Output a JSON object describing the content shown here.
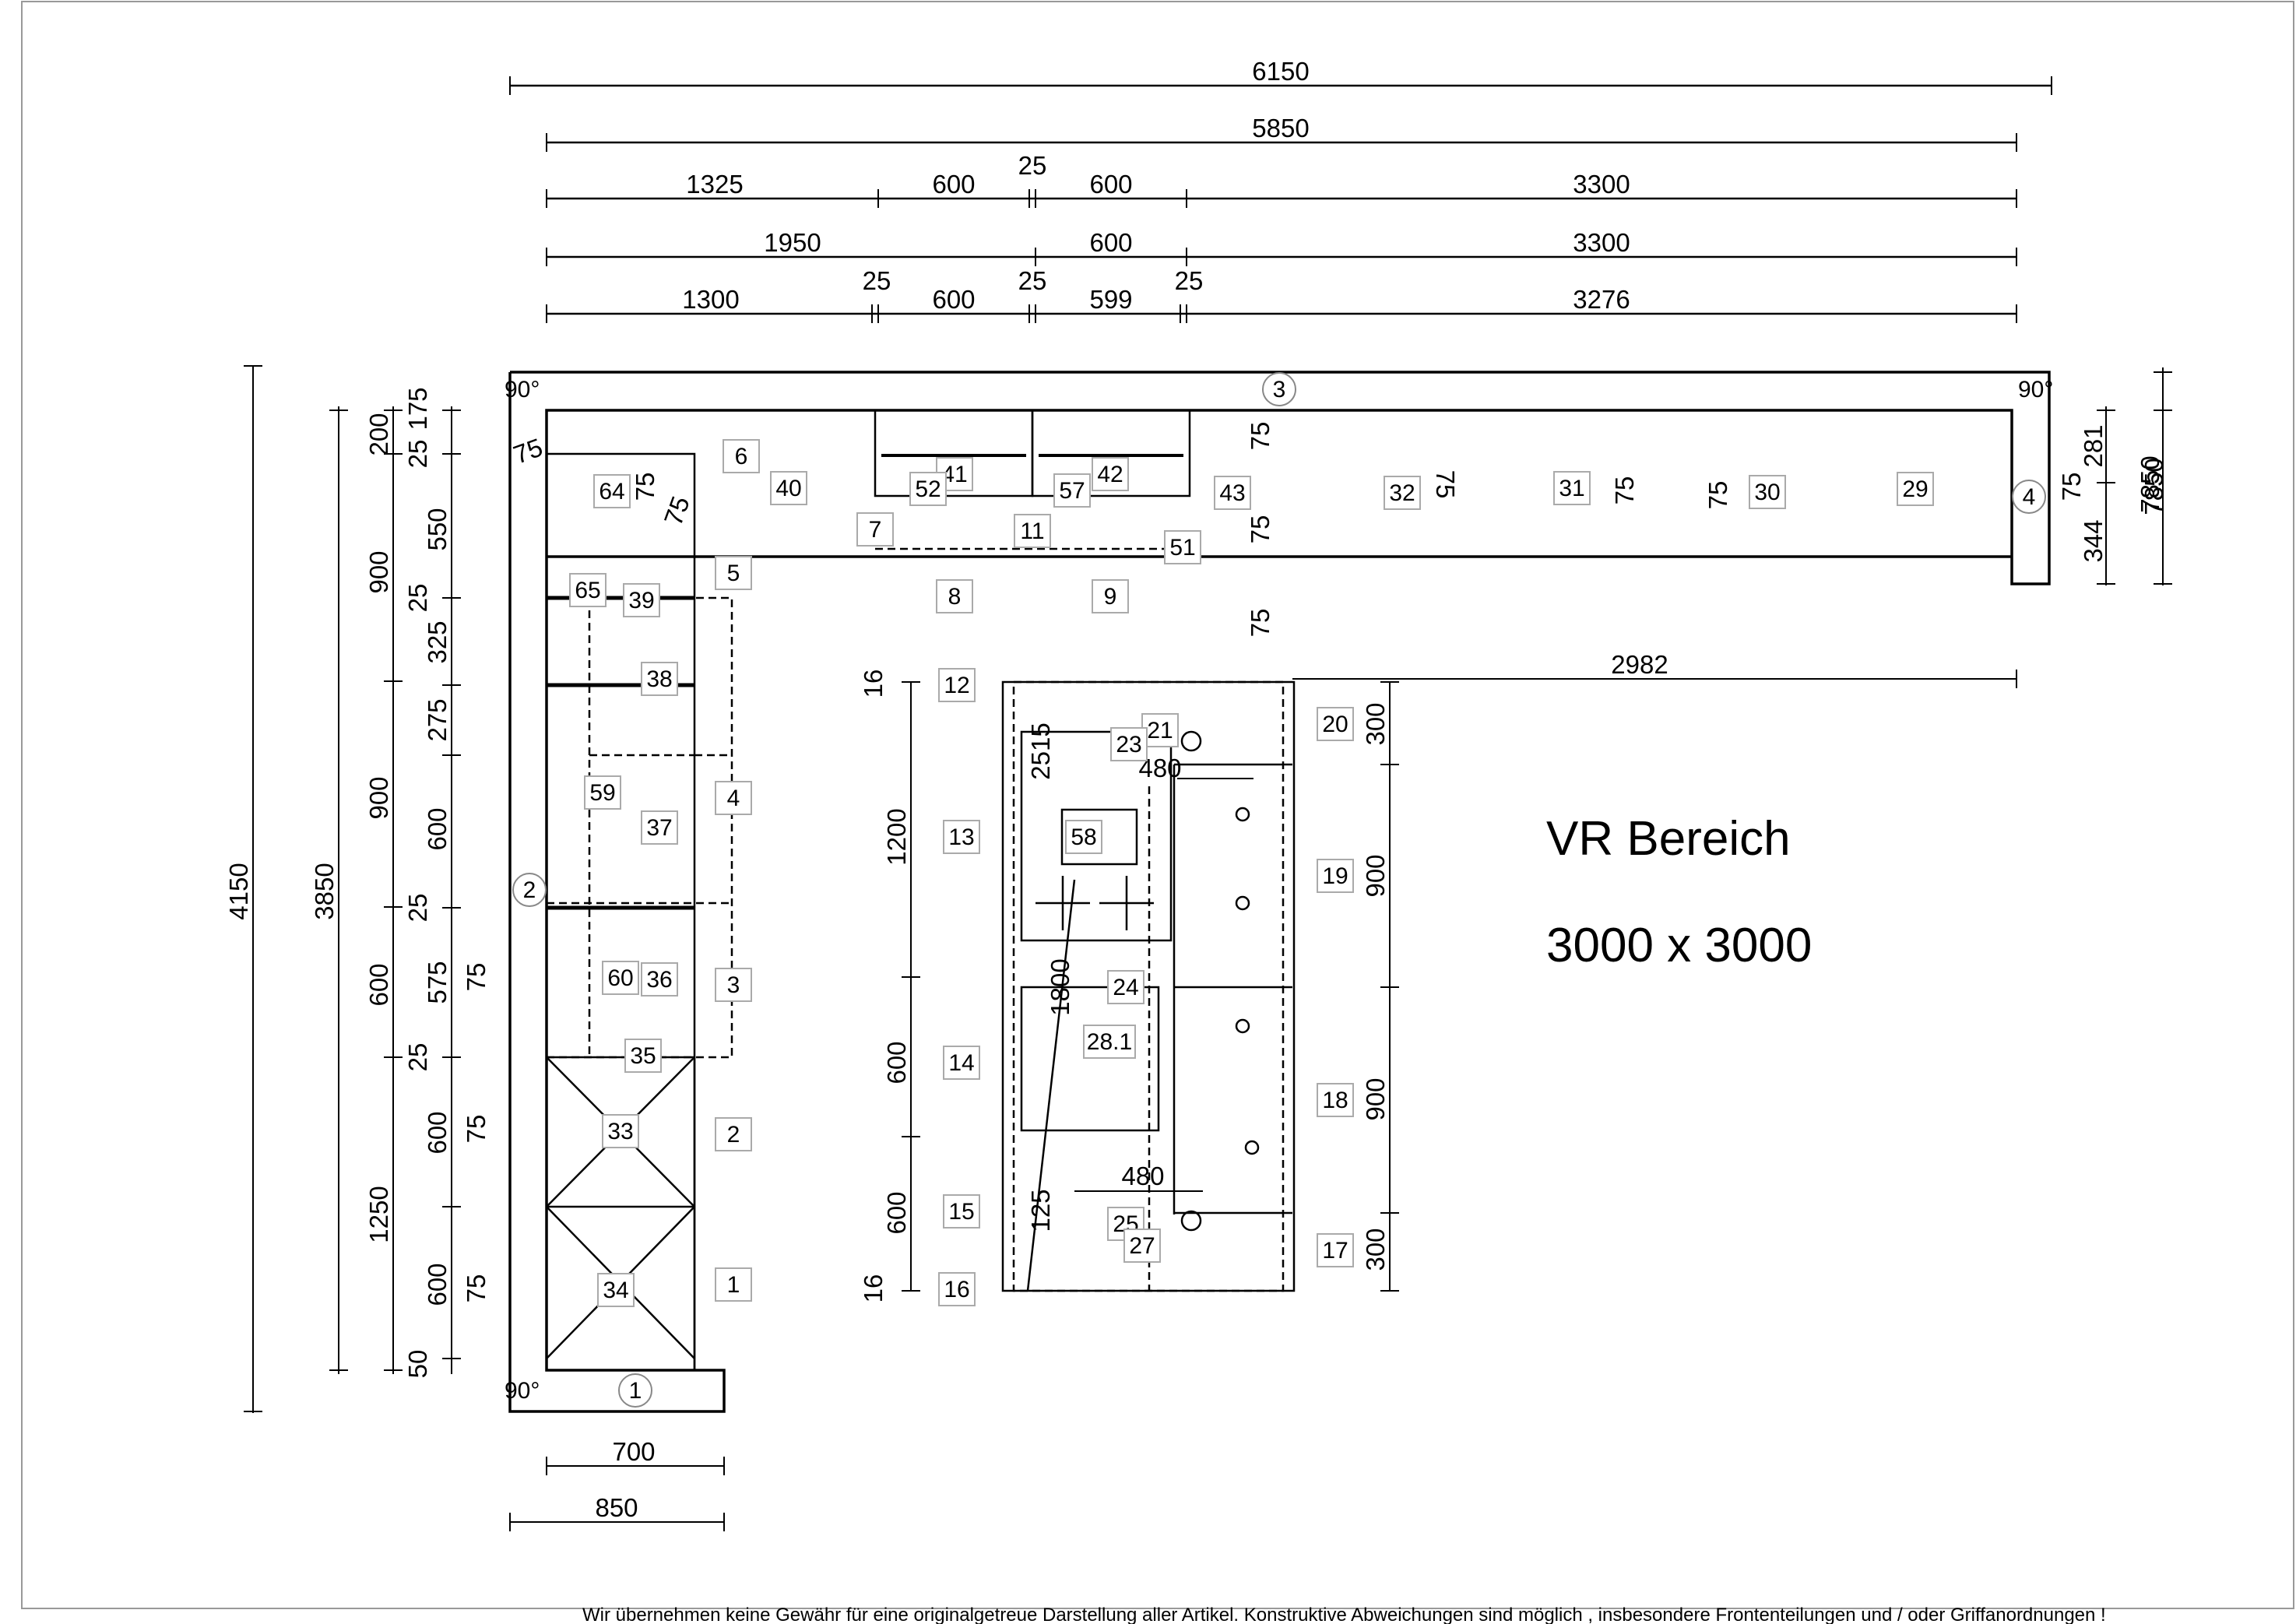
{
  "area_title": "VR Bereich",
  "area_size": "3000 x 3000",
  "disclaimer": "Wir übernehmen keine Gewähr für eine originalgetreue Darstellung aller Artikel. Konstruktive Abweichungen sind möglich , insbesondere Frontenteilungen und / oder Griffanordnungen !",
  "angles": {
    "top_left": "90°",
    "top_right": "90°",
    "bottom_left": "90°"
  },
  "walls": [
    "1",
    "2",
    "3",
    "4"
  ],
  "dims_top": {
    "total": "6150",
    "row2": "5850",
    "row3": [
      "1325",
      "600",
      "25",
      "600",
      "3300"
    ],
    "row4": [
      "1950",
      "600",
      "3300"
    ],
    "row5": [
      "1300",
      "25",
      "600",
      "25",
      "599",
      "25",
      "3276"
    ]
  },
  "dims_left": [
    "4150",
    "3850",
    "200",
    "900",
    "900",
    "600",
    "1250",
    "175",
    "25",
    "550",
    "25",
    "325",
    "275",
    "600",
    "25",
    "575",
    "25",
    "600",
    "600",
    "50",
    "75",
    "75",
    "75"
  ],
  "dims_bottom": [
    "700",
    "850"
  ],
  "dims_right": [
    "281",
    "344",
    "75",
    "7850",
    "7850"
  ],
  "dims_island": [
    "16",
    "1200",
    "600",
    "600",
    "16",
    "2982",
    "300",
    "900",
    "900",
    "300",
    "480",
    "480",
    "1800",
    "2515",
    "125"
  ],
  "dims_misc": [
    "75",
    "75",
    "75",
    "75",
    "75",
    "75",
    "75",
    "75",
    "75"
  ],
  "items": [
    "1",
    "2",
    "3",
    "4",
    "5",
    "6",
    "7",
    "8",
    "9",
    "11",
    "12",
    "13",
    "14",
    "15",
    "16",
    "17",
    "18",
    "19",
    "20",
    "21",
    "23",
    "24",
    "25",
    "27",
    "28.1",
    "29",
    "30",
    "31",
    "32",
    "33",
    "34",
    "35",
    "36",
    "37",
    "38",
    "39",
    "40",
    "41",
    "42",
    "43",
    "51",
    "52",
    "57",
    "58",
    "59",
    "60",
    "64",
    "65"
  ]
}
